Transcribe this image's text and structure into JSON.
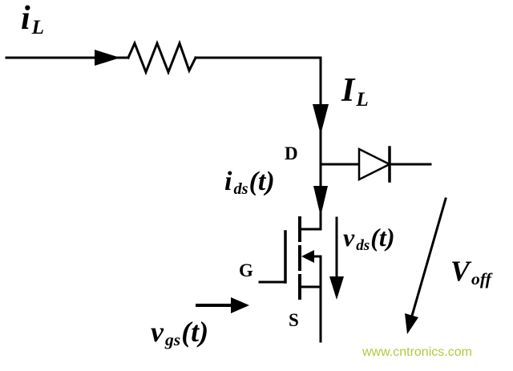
{
  "labels": {
    "inductor_current": {
      "base": "i",
      "sub": "L"
    },
    "load_current": {
      "base": "I",
      "sub": "L"
    },
    "drain_terminal": "D",
    "gate_terminal": "G",
    "source_terminal": "S",
    "drain_source_current": {
      "base": "i",
      "sub": "ds",
      "suffix": "(t)"
    },
    "drain_source_voltage": {
      "base": "v",
      "sub": "ds",
      "suffix": "(t)"
    },
    "gate_source_voltage": {
      "base": "v",
      "sub": "gs",
      "suffix": "(t)"
    },
    "off_voltage": {
      "base": "V",
      "sub": "off"
    }
  },
  "watermark": {
    "text": "www.cntronics.com",
    "color": "#b6c73b"
  },
  "colors": {
    "stroke": "#000000",
    "background": "#ffffff"
  }
}
